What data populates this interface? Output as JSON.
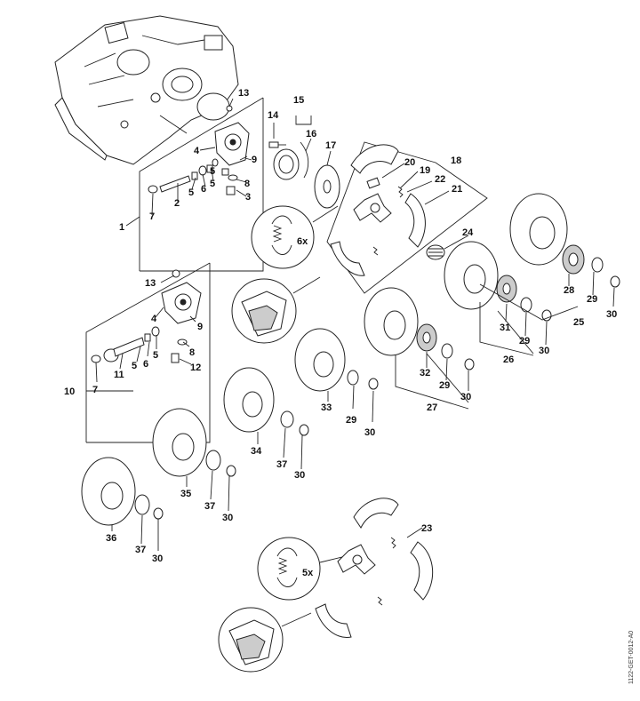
{
  "diagram": {
    "drawing_code": "1122-GET-0012-A0",
    "labels": [
      "1",
      "2",
      "3",
      "4",
      "5",
      "6",
      "7",
      "8",
      "9",
      "10",
      "11",
      "12",
      "13",
      "14",
      "15",
      "16",
      "17",
      "18",
      "19",
      "20",
      "21",
      "22",
      "23",
      "24",
      "25",
      "26",
      "27",
      "28",
      "29",
      "30",
      "31",
      "32",
      "33",
      "34",
      "35",
      "36",
      "37"
    ],
    "detail_callouts": [
      "6x",
      "5x"
    ]
  }
}
